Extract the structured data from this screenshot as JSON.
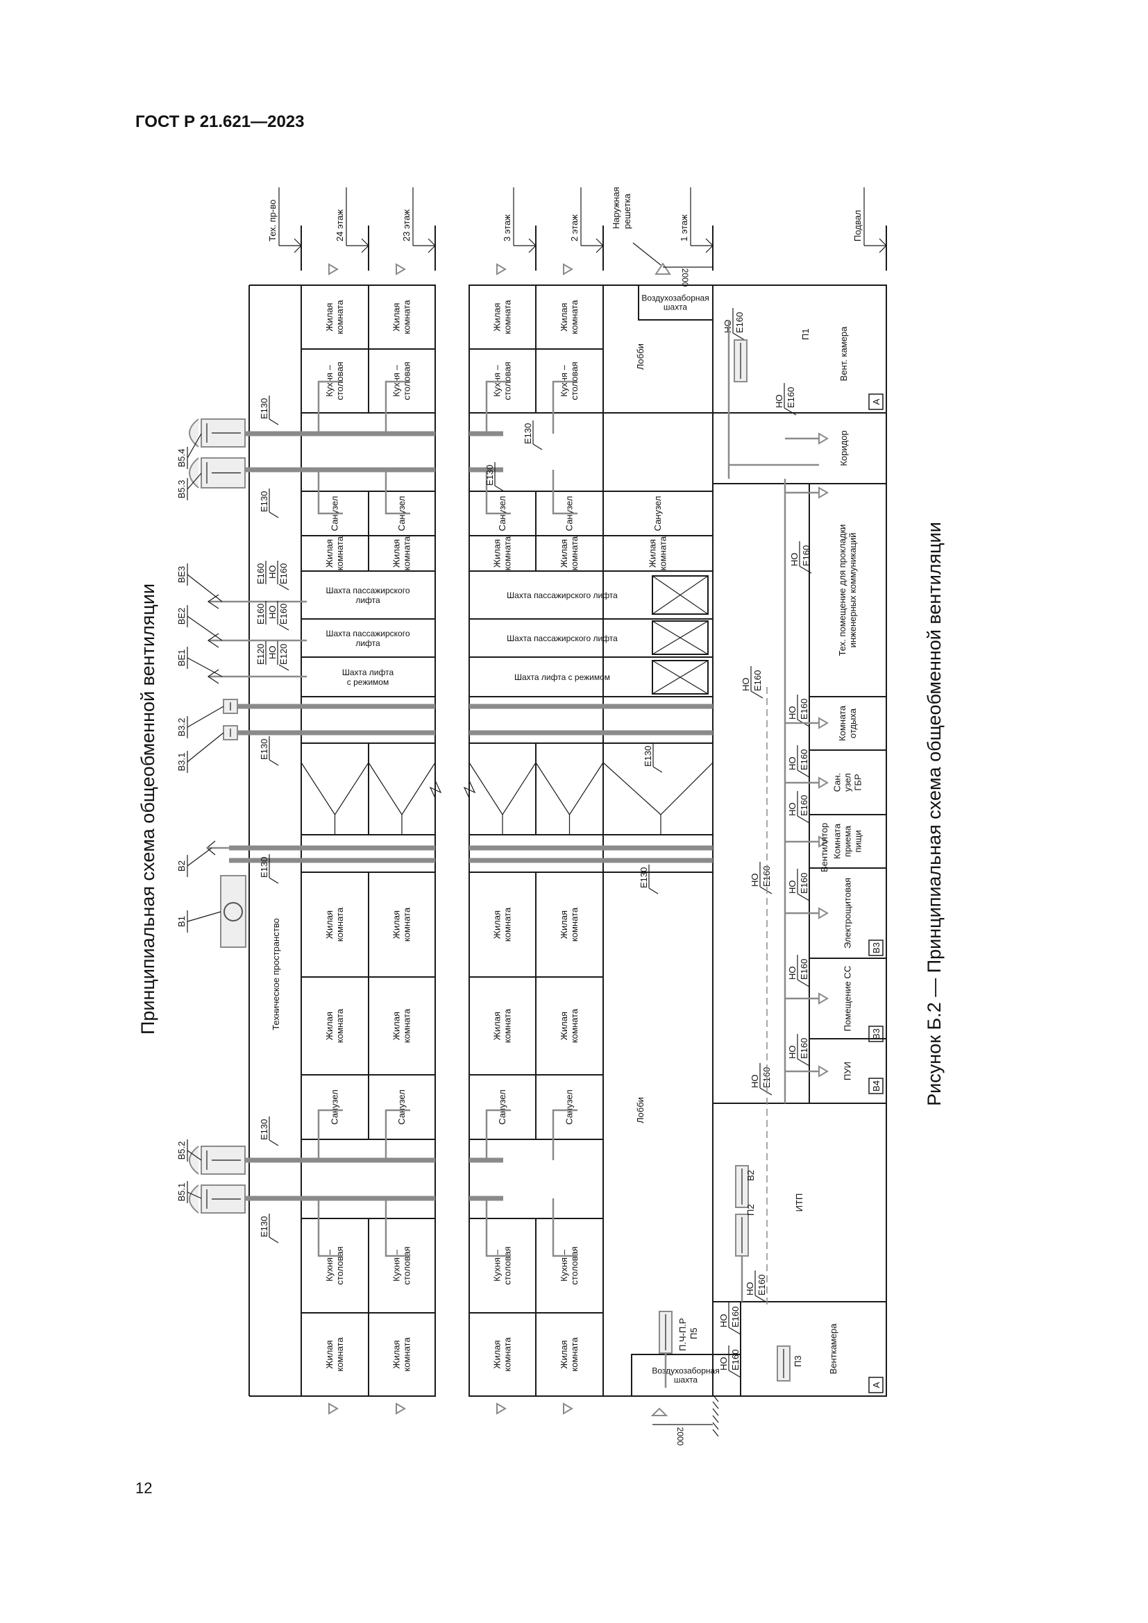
{
  "header": {
    "standard": "ГОСТ Р 21.621—2023"
  },
  "page_number": "12",
  "figure": {
    "title": "Принципиальная схема общеобменной вентиляции",
    "caption": "Рисунок Б.2 — Принципиальная схема общеобменной вентиляции"
  },
  "levels": [
    "Тех. пр-во",
    "24 этаж",
    "23 этаж",
    "3 этаж",
    "2 этаж",
    "1 этаж",
    "Подвал"
  ],
  "outdoor_grille": [
    "Наружная",
    "решетка"
  ],
  "dimension": "2000",
  "rooms": {
    "living": [
      "Жилая",
      "комната"
    ],
    "kitchen": [
      "Кухня –",
      "столовая"
    ],
    "bathroom": "Санузел",
    "tech_space": "Техническое пространство",
    "lift_fire": [
      "Шахта лифта",
      "с режимом"
    ],
    "lift_fire_long": "Шахта лифта с режимом",
    "passenger_lift": [
      "Шахта пассажирского",
      "лифта"
    ],
    "passenger_lift_long": "Шахта пассажирского лифта",
    "lobby": "Лобби",
    "air_intake": [
      "Воздухозаборная",
      "шахта"
    ],
    "vent_chamber_1": "Вент. камера",
    "corridor": "Коридор",
    "tech_room": [
      "Тех. помещение для прокладки",
      "инженерных коммуникаций"
    ],
    "rest_room": [
      "Комната",
      "отдыха"
    ],
    "gbr": [
      "Сан.",
      "узел",
      "ГБР"
    ],
    "eating": [
      "Комната",
      "приема",
      "пищи"
    ],
    "electrical": "Электрощитовая",
    "ss_room": "Помещение СС",
    "pui": "ПУИ",
    "itp": "ИТП",
    "vent_chamber_2": "Венткамера"
  },
  "category_badges": {
    "vent_chamber_1": "А",
    "electrical": "В3",
    "ss_room": "В3",
    "pui": "В4",
    "vent_chamber_2": "А"
  },
  "systems": {
    "b5_1": "В5.1",
    "b5_2": "В5.2",
    "b5_3": "В5.3",
    "b5_4": "В5.4",
    "be1": "ВЕ1",
    "be2": "ВЕ2",
    "be3": "ВЕ3",
    "b3_1": "В3.1",
    "b3_2": "В3.2",
    "b2": "В2",
    "b1": "В1"
  },
  "dampers": {
    "e130": "Е130",
    "e120": "Е120",
    "e160": "Е160",
    "no": "НО"
  },
  "fan_label": "Вентилятор",
  "equipment": {
    "p1": "П1",
    "p2": "П2",
    "p3": "П3",
    "v2": "В2",
    "p5_type": "П.Ч-П.Р",
    "p5": "П5"
  }
}
